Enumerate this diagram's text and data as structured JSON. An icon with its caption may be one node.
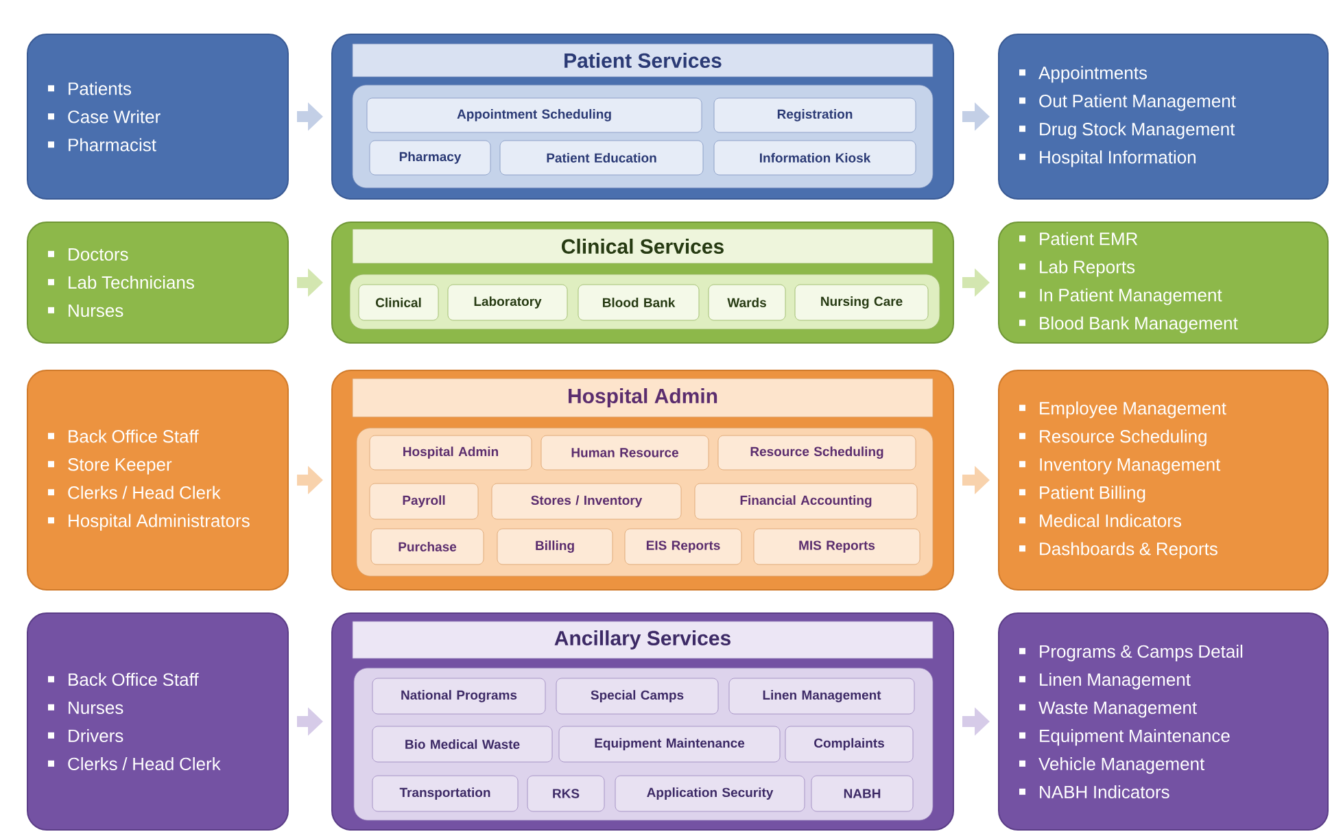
{
  "diagram": {
    "nodes": [
      {
        "text": [
          "Patients",
          "Case Writer",
          "Pharmacist"
        ]
      },
      {
        "text": [
          "Patient Services"
        ]
      },
      {
        "text": [
          "Appointment Scheduling"
        ],
        "in": 1
      },
      {
        "text": [
          "Registration"
        ],
        "in": 1
      },
      {
        "text": [
          "Pharmacy"
        ],
        "in": 1
      },
      {
        "text": [
          "Patient Education"
        ],
        "in": 1
      },
      {
        "text": [
          "Information Kiosk"
        ],
        "in": 1
      },
      {
        "text": [
          "Appointments",
          "Out Patient Management",
          "Drug Stock Management",
          "Hospital Information"
        ]
      },
      {
        "text": [
          "Doctors",
          "Lab Technicians",
          "Nurses"
        ]
      },
      {
        "text": [
          "Clinical Services"
        ]
      },
      {
        "text": [
          "Clinical"
        ],
        "in": 9
      },
      {
        "text": [
          "Laboratory"
        ],
        "in": 9
      },
      {
        "text": [
          "Blood Bank"
        ],
        "in": 9
      },
      {
        "text": [
          "Wards"
        ],
        "in": 9
      },
      {
        "text": [
          "Nursing Care"
        ],
        "in": 9
      },
      {
        "text": [
          "Patient EMR",
          "Lab Reports",
          "In Patient Management",
          "Blood Bank Management"
        ]
      },
      {
        "text": [
          "Back Office Staff",
          "Store Keeper",
          "Clerks / Head Clerk",
          "Hospital Administrators"
        ]
      },
      {
        "text": [
          "Hospital Admin"
        ]
      },
      {
        "text": [
          "Hospital Admin"
        ],
        "in": 17
      },
      {
        "text": [
          "Human Resource"
        ],
        "in": 17
      },
      {
        "text": [
          "Resource Scheduling"
        ],
        "in": 17
      },
      {
        "text": [
          "Payroll"
        ],
        "in": 17
      },
      {
        "text": [
          "Stores / Inventory"
        ],
        "in": 17
      },
      {
        "text": [
          "Financial Accounting"
        ],
        "in": 17
      },
      {
        "text": [
          "Purchase"
        ],
        "in": 17
      },
      {
        "text": [
          "Billing"
        ],
        "in": 17
      },
      {
        "text": [
          "EIS Reports"
        ],
        "in": 17
      },
      {
        "text": [
          "MIS Reports"
        ],
        "in": 17
      },
      {
        "text": [
          "Employee Management",
          "Resource Scheduling",
          "Inventory Management",
          "Patient Billing",
          "Medical Indicators",
          "Dashboards & Reports"
        ]
      },
      {
        "text": [
          "Back Office Staff",
          "Nurses",
          "Drivers",
          "Clerks / Head Clerk"
        ]
      },
      {
        "text": [
          "Ancillary Services"
        ]
      },
      {
        "text": [
          "National Programs"
        ],
        "in": 30
      },
      {
        "text": [
          "Special Camps"
        ],
        "in": 30
      },
      {
        "text": [
          "Linen Management"
        ],
        "in": 30
      },
      {
        "text": [
          "Bio Medical Waste"
        ],
        "in": 30
      },
      {
        "text": [
          "Equipment Maintenance"
        ],
        "in": 30
      },
      {
        "text": [
          "Complaints"
        ],
        "in": 30
      },
      {
        "text": [
          "Transportation"
        ],
        "in": 30
      },
      {
        "text": [
          "RKS"
        ],
        "in": 30
      },
      {
        "text": [
          "Application Security"
        ],
        "in": 30
      },
      {
        "text": [
          "NABH"
        ],
        "in": 30
      },
      {
        "text": [
          "Programs & Camps Detail",
          "Linen Management",
          "Waste Management",
          "Equipment Maintenance",
          "Vehicle Management",
          "NABH Indicators"
        ]
      }
    ],
    "edges": [
      {
        "from": 0,
        "to": 1,
        "arrow": "to"
      },
      {
        "from": 1,
        "to": 7,
        "arrow": "to"
      },
      {
        "from": 8,
        "to": 9,
        "arrow": "to"
      },
      {
        "from": 9,
        "to": 15,
        "arrow": "to"
      },
      {
        "from": 16,
        "to": 17,
        "arrow": "to"
      },
      {
        "from": 17,
        "to": 28,
        "arrow": "to"
      },
      {
        "from": 29,
        "to": 30,
        "arrow": "to"
      },
      {
        "from": 30,
        "to": 41,
        "arrow": "to"
      }
    ]
  }
}
